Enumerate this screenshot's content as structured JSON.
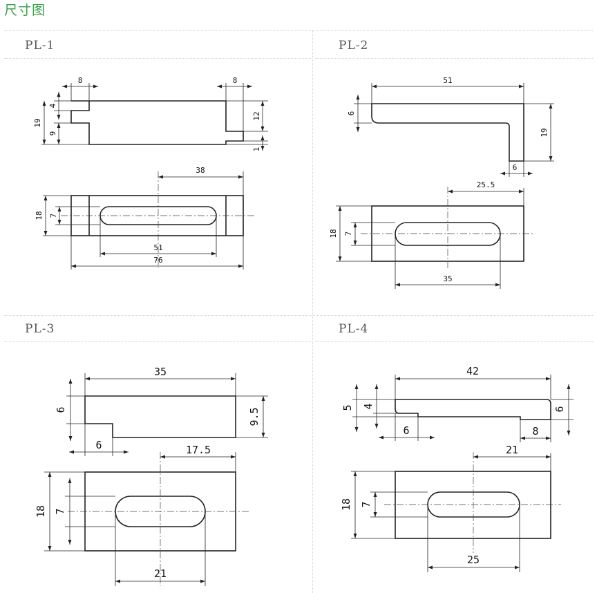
{
  "page": {
    "title": "尺寸图"
  },
  "panels": [
    {
      "label": "PL-1",
      "dims": [
        "8",
        "8",
        "4",
        "19",
        "9",
        "12",
        "1",
        "38",
        "18",
        "7",
        "51",
        "76"
      ]
    },
    {
      "label": "PL-2",
      "dims": [
        "51",
        "6",
        "19",
        "6",
        "25.5",
        "18",
        "7",
        "35"
      ]
    },
    {
      "label": "PL-3",
      "dims": [
        "35",
        "6",
        "9.5",
        "6",
        "17.5",
        "18",
        "7",
        "21"
      ]
    },
    {
      "label": "PL-4",
      "dims": [
        "42",
        "5",
        "4",
        "6",
        "6",
        "8",
        "21",
        "18",
        "7",
        "25"
      ]
    }
  ]
}
